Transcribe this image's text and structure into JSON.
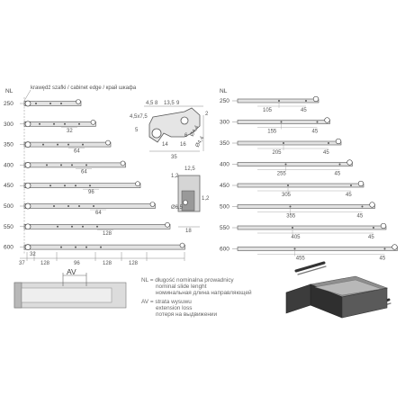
{
  "header": {
    "nl_label_left": "NL",
    "nl_label_right": "NL",
    "cabinet_edge": "krawędź szafki / cabinet edge / край шкафа"
  },
  "left_lengths": [
    "250",
    "300",
    "350",
    "400",
    "450",
    "500",
    "550",
    "600"
  ],
  "left_hole_dims": [
    "32",
    "64",
    "64",
    "96",
    "64",
    "128"
  ],
  "left_bottom_dims": [
    "37",
    "32",
    "128",
    "96",
    "128",
    "128"
  ],
  "profile": {
    "dims": [
      "4,5",
      "8",
      "13,5",
      "9",
      "4,5x7,5",
      "5",
      "14",
      "16",
      "6",
      "35",
      "2",
      "Ø4,4",
      "Ø4,4"
    ]
  },
  "section": {
    "dims": [
      "12,5",
      "1,2",
      "1,2",
      "Ø6,5",
      "18"
    ]
  },
  "right_lengths": [
    "250",
    "300",
    "350",
    "400",
    "450",
    "500",
    "550",
    "600"
  ],
  "right_a": [
    "105",
    "155",
    "205",
    "255",
    "305",
    "355",
    "405",
    "455"
  ],
  "right_b": "45",
  "av_label": "AV",
  "legend": {
    "nl_line1": "NL = długość nominalna prowadnicy",
    "nl_line2": "nominal slide lenght",
    "nl_line3": "номинальная длина направляющей",
    "av_line1": "AV = strata wysuwu",
    "av_line2": "extension loss",
    "av_line3": "потеря на выдвижении"
  },
  "colors": {
    "line": "#777777",
    "rail": "#e2e2e2",
    "dark": "#3a3a3a"
  }
}
